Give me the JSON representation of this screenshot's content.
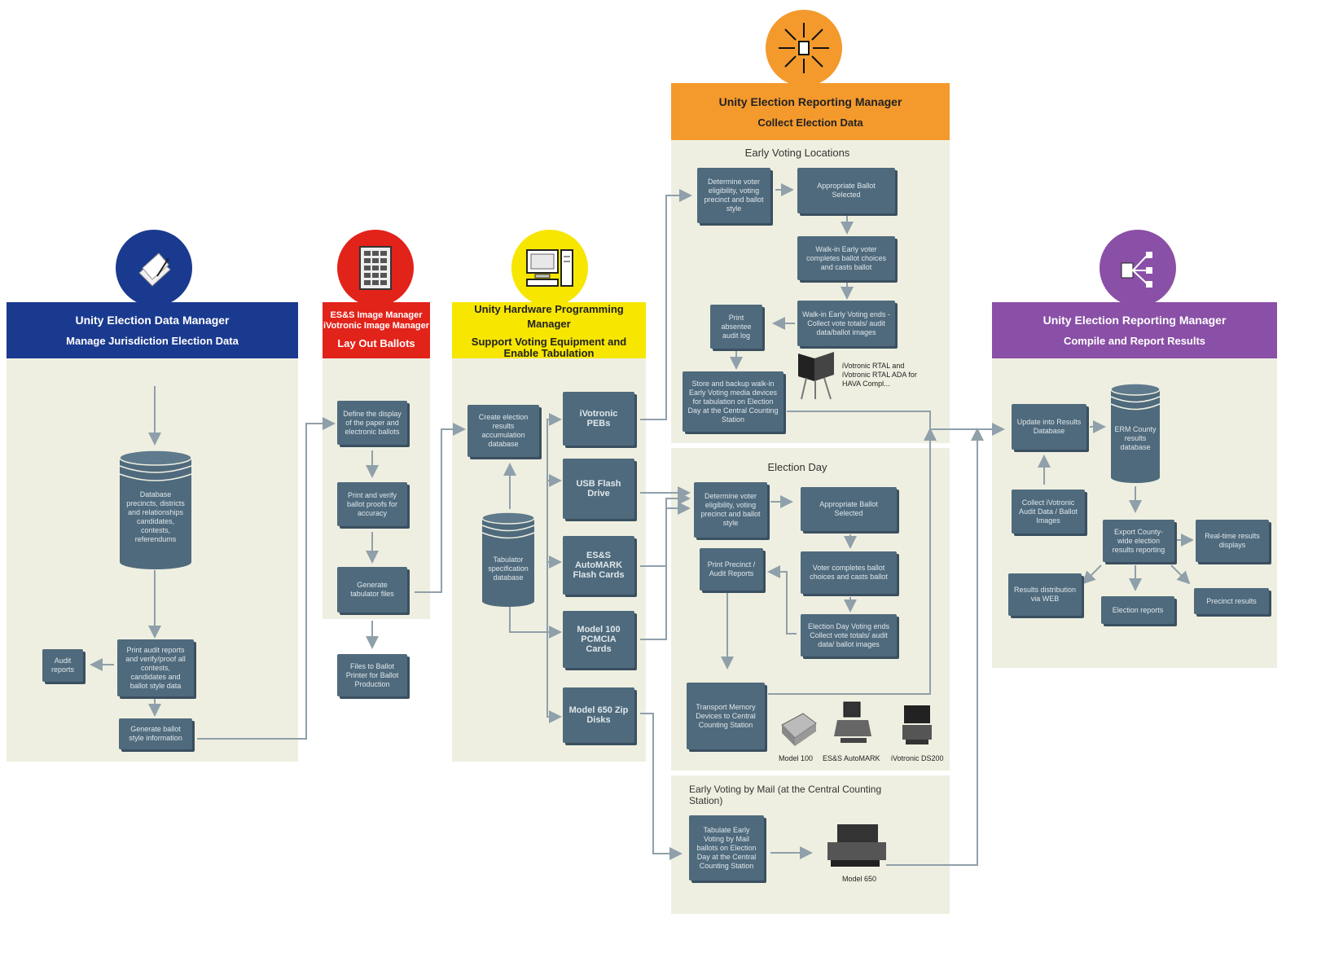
{
  "colors": {
    "blue": "#1a3a8f",
    "red": "#e2231a",
    "yellow": "#f7e600",
    "orange": "#f49a2c",
    "purple": "#8a4fa6",
    "box": "#4f6a7c",
    "panel": "#efefe1"
  },
  "col1": {
    "title": "Unity Election Data Manager",
    "subtitle": "Manage Jurisdiction Election Data",
    "icon": "document-pen-icon",
    "database": "Database precincts, districts and relationships candidates, contests, referendums",
    "print_audit": "Print audit reports and verify/proof all contests, candidates and ballot style data",
    "audit_reports": "Audit reports",
    "generate_ballot_style": "Generate ballot style information"
  },
  "col2": {
    "title_line1": "ES&S Image Manager",
    "title_line2": "iVotronic Image Manager",
    "subtitle": "Lay Out Ballots",
    "icon": "ballot-grid-icon",
    "define_display": "Define the display of the paper and electronic ballots",
    "print_verify": "Print and verify ballot proofs for accuracy",
    "generate_tabulator": "Generate tabulator files",
    "files_to_printer": "Files to Ballot Printer for Ballot Production"
  },
  "col3": {
    "title": "Unity Hardware Programming Manager",
    "subtitle": "Support Voting Equipment and Enable Tabulation",
    "icon": "computer-icon",
    "create_db": "Create election results accumulation database",
    "tabulator_db": "Tabulator specification database",
    "pebs": "iVotronic PEBs",
    "usb": "USB Flash Drive",
    "automark": "ES&S AutoMARK Flash Cards",
    "model100": "Model 100 PCMCIA Cards",
    "model650": "Model 650 Zip Disks"
  },
  "col4": {
    "title": "Unity Election Reporting Manager",
    "subtitle": "Collect Election Data",
    "icon": "collect-arrows-icon",
    "early": {
      "title": "Early Voting Locations",
      "determine": "Determine voter eligibility, voting precinct and ballot style",
      "appropriate": "Appropriate Ballot Selected",
      "walkin": "Walk-in Early voter completes ballot choices and casts ballot",
      "ends": "Walk-in Early Voting ends - Collect vote totals/ audit data/ballot images",
      "print_log": "Print absentee audit log",
      "store": "Store and backup walk-in Early Voting media devices for tabulation on Election Day at the Central Counting Station",
      "caption": "iVotronic RTAL and iVotronic RTAL ADA for HAVA Compl..."
    },
    "eday": {
      "title": "Election Day",
      "determine": "Determine voter eligibility, voting precinct and ballot style",
      "appropriate": "Appropriate Ballot Selected",
      "voter": "Voter completes ballot choices and casts ballot",
      "ends": "Election Day Voting ends Collect vote totals/ audit data/ ballot images",
      "print_reports": "Print Precinct / Audit Reports",
      "transport": "Transport Memory Devices to Central Counting Station",
      "cap1": "Model 100",
      "cap2": "ES&S AutoMARK",
      "cap3": "iVotronic DS200"
    },
    "mail": {
      "title": "Early Voting by Mail (at the Central Counting Station)",
      "tabulate": "Tabulate Early Voting by Mail ballots on Election Day at the Central Counting Station",
      "caption": "Model 650"
    }
  },
  "col5": {
    "title": "Unity Election Reporting Manager",
    "subtitle": "Compile and Report Results",
    "icon": "network-tree-icon",
    "update": "Update into Results Database",
    "erm_db": "ERM County results database",
    "collect": "Collect iVotronic Audit Data / Ballot Images",
    "export": "Export County-wide election results reporting",
    "realtime": "Real-time results displays",
    "web": "Results distribution via WEB",
    "election_reports": "Election reports",
    "precinct_results": "Precinct results"
  }
}
